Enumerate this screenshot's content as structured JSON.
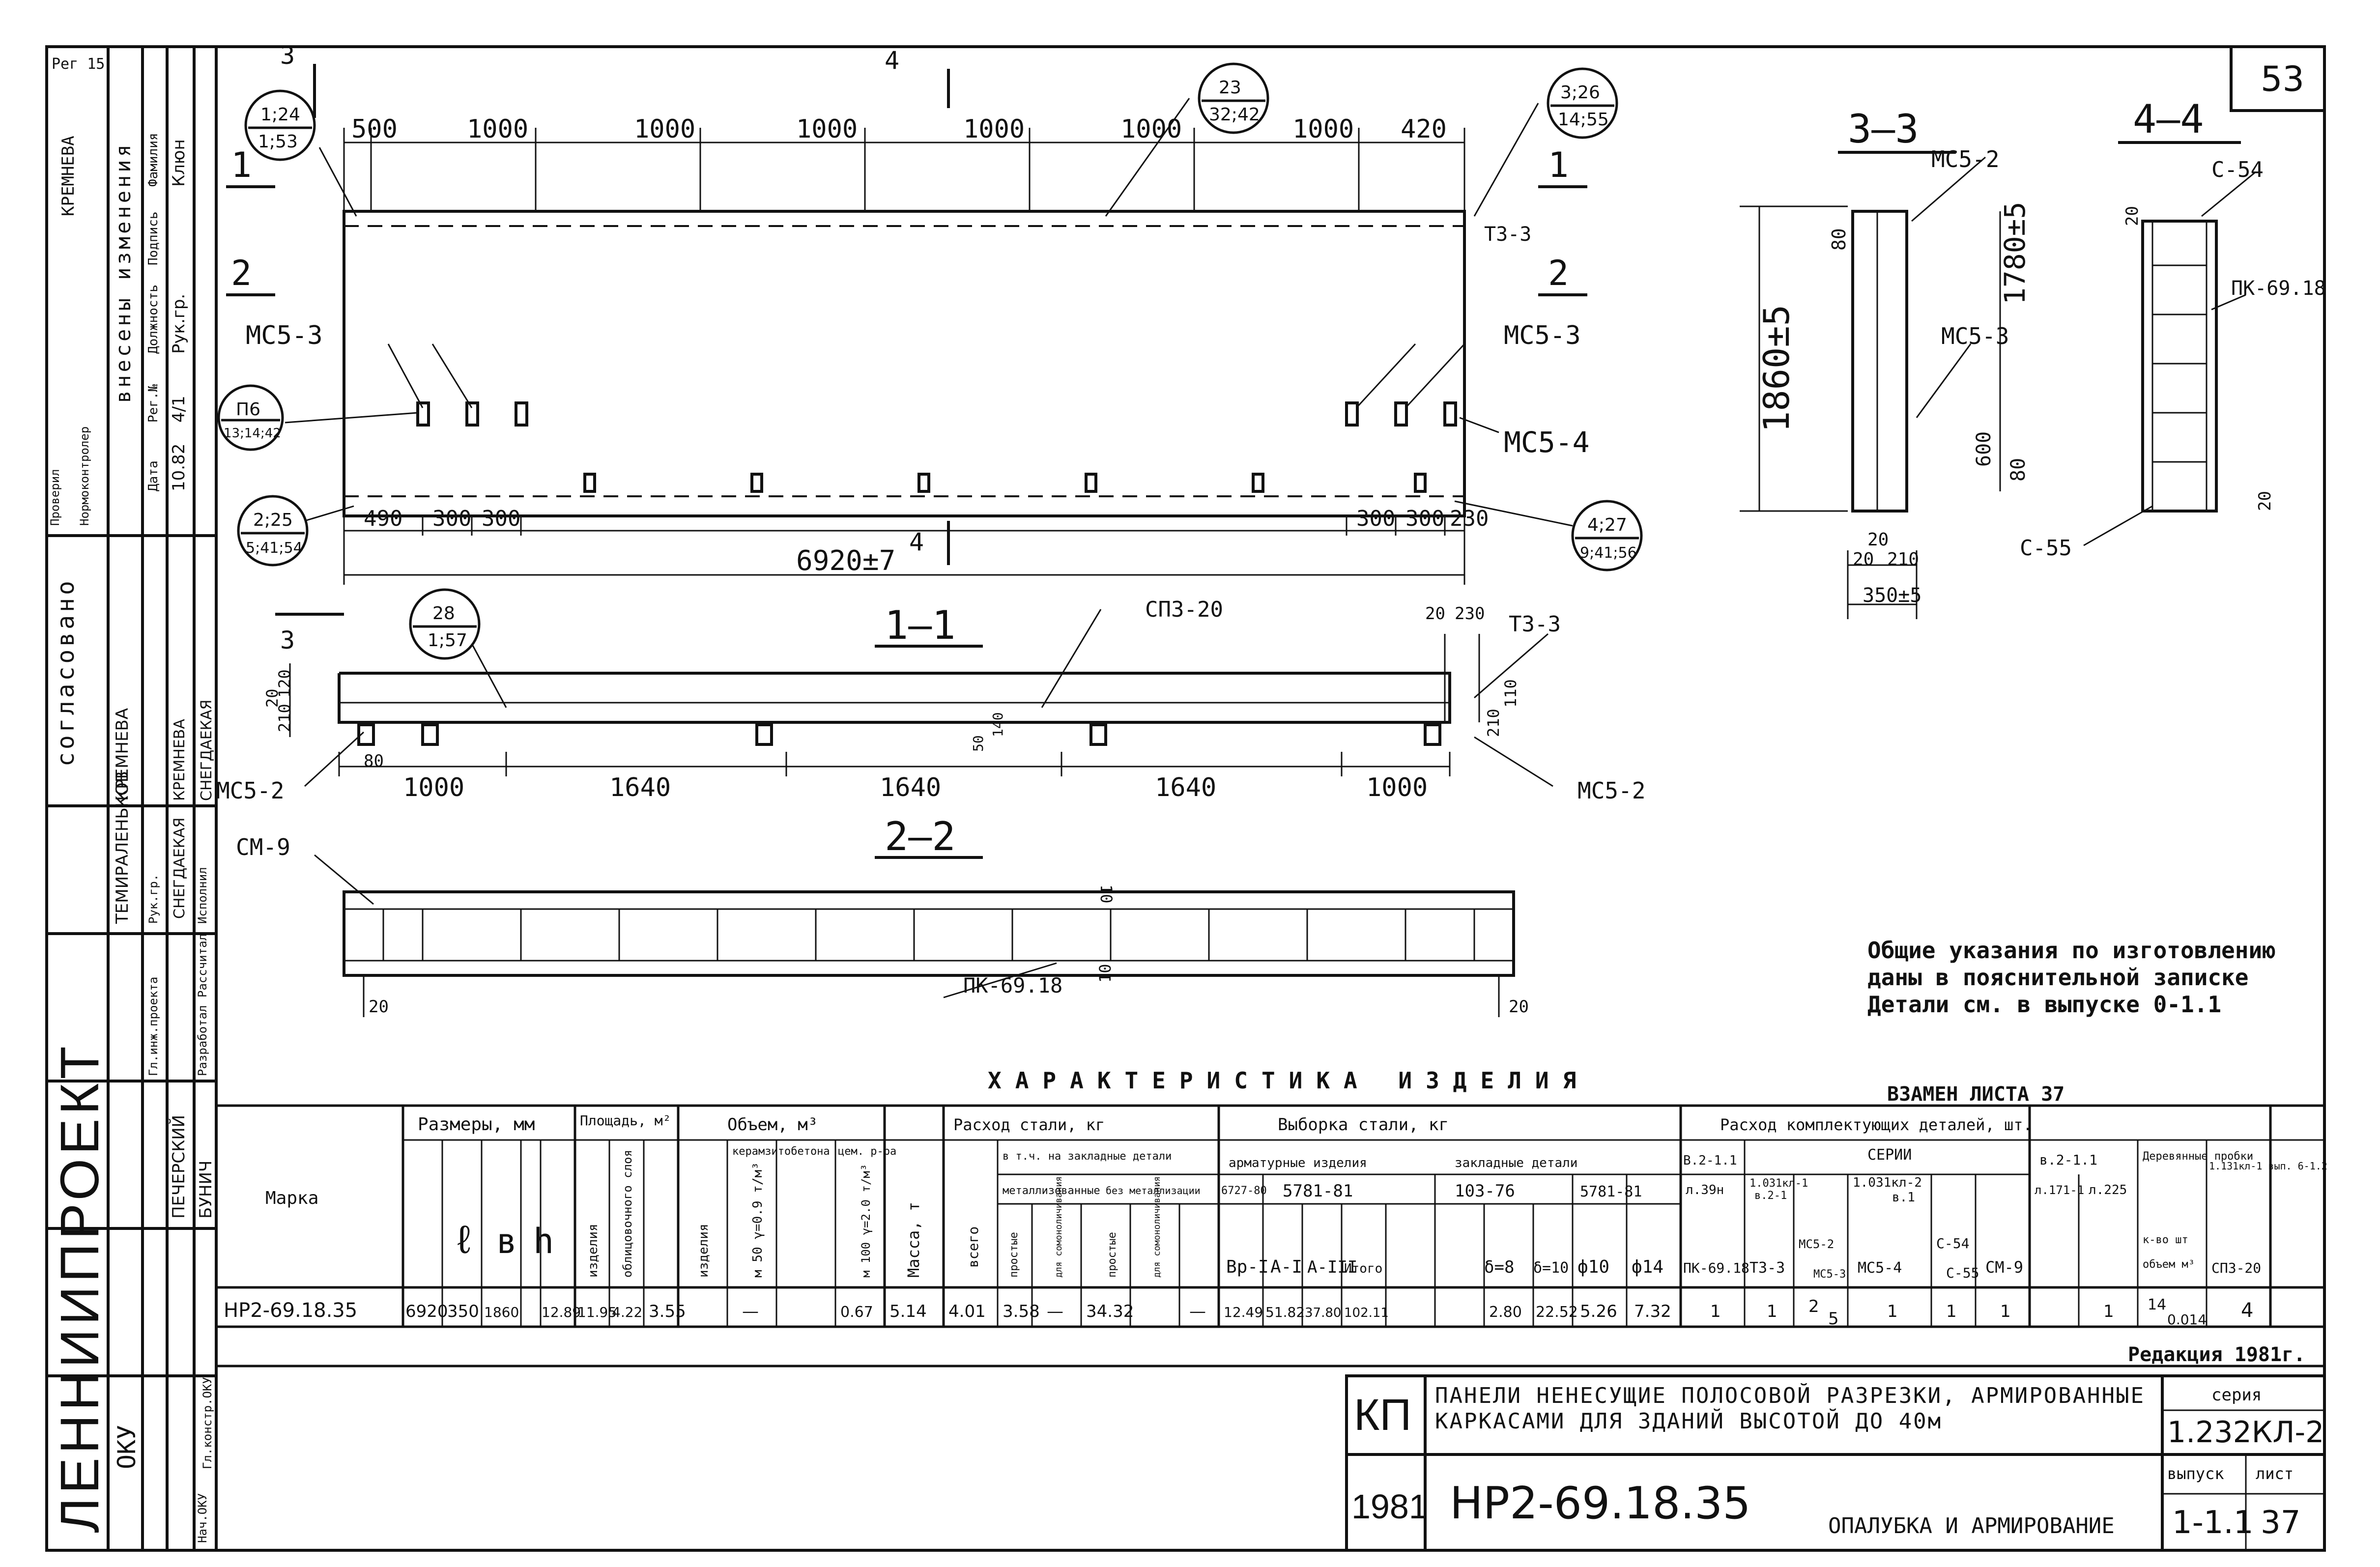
{
  "page_number": "53",
  "sheet_corner": "Рег 15",
  "left_stamp": {
    "organization": "ЛЕННИИПРОЕКТ",
    "department": "ОКУ",
    "agreed": "согласовано",
    "changes_title": "внесены изменения",
    "changes_headers": [
      "Дата",
      "Рег.№",
      "Должность",
      "Подпись",
      "Фамилия"
    ],
    "changes_row": [
      "10.82",
      "4/1",
      "Рук.гр.",
      "",
      "Клюн"
    ],
    "right_col_name": "КРЕМНЕВА",
    "roles": [
      "Гл.инж.проекта",
      "Рук.гр.",
      "Разработал",
      "Рассчитал",
      "Исполнил",
      "Проверил",
      "Нормоконтролер",
      "Нач.ОКУ",
      "Гл.констр.ОКУ"
    ],
    "names": [
      "ТЕМИРАЛЕНЬКОВ",
      "КРЕМНЕВА",
      "СНЕГДАЕКАЯ",
      "КРЕМНЕВА",
      "СНЕГДАЕКАЯ",
      "ПЕЧЕРСКИЙ",
      "БУНИЧ"
    ]
  },
  "top_dims": [
    "500",
    "1000",
    "1000",
    "1000",
    "1000",
    "1000",
    "1000",
    "420"
  ],
  "bubbles": {
    "b1": [
      "1;24",
      "1;53"
    ],
    "b2": [
      "23",
      "32;42"
    ],
    "b3": [
      "3;26",
      "14;55"
    ],
    "b4": [
      "П6",
      "13;14;42"
    ],
    "b5": [
      "2;25",
      "5;41;54"
    ],
    "b6": [
      "4;27",
      "9;41;56"
    ],
    "b7": [
      "28",
      "1;57"
    ]
  },
  "marks": {
    "mc53": "МС5-3",
    "mc54": "МС5-4",
    "mc52": "МС5-2",
    "tz3": "ТЗ-3",
    "sp320": "СП3-20",
    "sm9": "СМ-9",
    "pk": "ПК-69.18",
    "c54": "С-54",
    "c55": "С-55"
  },
  "section_marks": {
    "s1": "1",
    "s2": "2",
    "s3": "3",
    "s4": "4"
  },
  "bottom_dims": [
    "490",
    "300",
    "300",
    "300",
    "300",
    "230"
  ],
  "overall_length": "6920±7",
  "section_titles": {
    "s11": "1—1",
    "s22": "2—2",
    "s33": "3—3",
    "s44": "4—4"
  },
  "s11_dims": [
    "1000",
    "1640",
    "1640",
    "1640",
    "1000"
  ],
  "s11_small": {
    "d20": "20",
    "d120": "120",
    "d210": "210",
    "d80": "80",
    "d230": "230",
    "d20b": "20",
    "d210b": "210",
    "d110": "110",
    "d50": "50",
    "d140": "140"
  },
  "s22_small": {
    "d10": "10",
    "d10b": "10",
    "d20a": "20",
    "d20b": "20"
  },
  "s33": {
    "h": "1860±5",
    "h2": "1780±5",
    "d80": "80",
    "d600": "600",
    "d80b": "80",
    "w20": "20",
    "w210": "210",
    "w20b": "20",
    "w350": "350±5"
  },
  "s44": {
    "d20": "20",
    "d20b": "20"
  },
  "notes": [
    "Общие указания по изготовлению",
    "даны в пояснительной записке",
    "Детали см. в выпуске 0-1.1"
  ],
  "spec_title": "ХАРАКТЕРИСТИКА ИЗДЕЛИЯ",
  "replaces": "ВЗАМЕН ЛИСТА 37",
  "table": {
    "h_mark": "Марка",
    "h_dims": "Размеры, мм",
    "h_l": "ℓ",
    "h_b": "в",
    "h_h": "h",
    "h_area": "Площадь, м²",
    "h_area_1": "изделия",
    "h_area_2": "облицовочного слоя",
    "h_vol": "Объем, м³",
    "h_vol_1": "изделия",
    "h_vol_2": "керамзитобетона",
    "h_vol_2a": "м 50 γ=0.9 т/м³",
    "h_vol_3": "цем. р-ра",
    "h_vol_3a": "м 100 γ=2.0 т/м³",
    "h_mass": "Масса, т",
    "h_steel": "Расход стали, кг",
    "h_steel_all": "всего",
    "h_steel_incl": "в т.ч. на закладные детали",
    "h_steel_met": "металлизованные",
    "h_steel_nomet": "без металлизации",
    "h_steel_p1": "простые",
    "h_steel_p2": "для сомоноличивания",
    "h_sel": "Выборка стали, кг",
    "h_sel_arm": "арматурные изделия",
    "h_sel_emb": "закладные детали",
    "h_gost1": "6727-80",
    "h_gost2": "5781-81",
    "h_gost3": "103-76",
    "h_gost4": "5781-81",
    "h_bp": "Вр-I",
    "h_a1": "А-I",
    "h_a3": "А-III",
    "h_itogo": "Итого",
    "h_d8": "δ=8",
    "h_d10": "δ=10",
    "h_f10": "ф10",
    "h_f14": "ф14",
    "h_comp": "Расход комплектующих деталей, шт.",
    "h_series": "СЕРИИ",
    "h_s1": "В.2-1.1",
    "h_s1a": "л.39н",
    "h_s2": "1.031кл-1",
    "h_s2a": "в.2-1",
    "h_s3": "1.031кл-2",
    "h_s3a": "в.1",
    "h_s4": "в.2-1.1",
    "h_s4a": "л.171-1",
    "h_s4b": "л.225",
    "h_wood": "Деревянные пробки",
    "h_wood_a": "к-во шт",
    "h_wood_b": "объем м³",
    "h_last": "1.131кл-1 вып. 6-1.2",
    "h_pk": "ПК-69.18",
    "h_tz": "ТЗ-3",
    "h_mc52": "МС5-2",
    "h_mc53": "МС5-3",
    "h_mc54": "МС5-4",
    "h_c54": "С-54",
    "h_c55": "С-55",
    "h_sm9": "СМ-9",
    "h_sp": "СП3-20",
    "row": [
      "НР2-69.18.35",
      "6920",
      "350",
      "1860",
      "12.89",
      "11.95",
      "4.22",
      "3.55",
      "—",
      "0.67",
      "5.14",
      "4.01",
      "3.58",
      "—",
      "34.32",
      "—",
      "12.49",
      "51.82",
      "37.80",
      "102.11",
      "",
      "2.80",
      "22.52",
      "5.26",
      "7.32",
      "1",
      "1",
      "2",
      "5",
      "1",
      "1",
      "1",
      "1",
      "14",
      "0.014",
      "4"
    ],
    "edition": "Редакция 1981г."
  },
  "title_block": {
    "kp": "КП",
    "year": "1981",
    "title": "ПАНЕЛИ НЕНЕСУЩИЕ ПОЛОСОВОЙ РАЗРЕЗКИ, АРМИРОВАННЫЕ КАРКАСАМИ ДЛЯ ЗДАНИЙ ВЫСОТОЙ ДО 40м",
    "mark": "НР2-69.18.35",
    "subtitle": "ОПАЛУБКА И АРМИРОВАНИЕ",
    "series_label": "серия",
    "series_value": "1.232КЛ-2",
    "issue_label": "выпуск",
    "issue_value": "1-1.1",
    "sheet_label": "лист",
    "sheet_value": "37"
  }
}
